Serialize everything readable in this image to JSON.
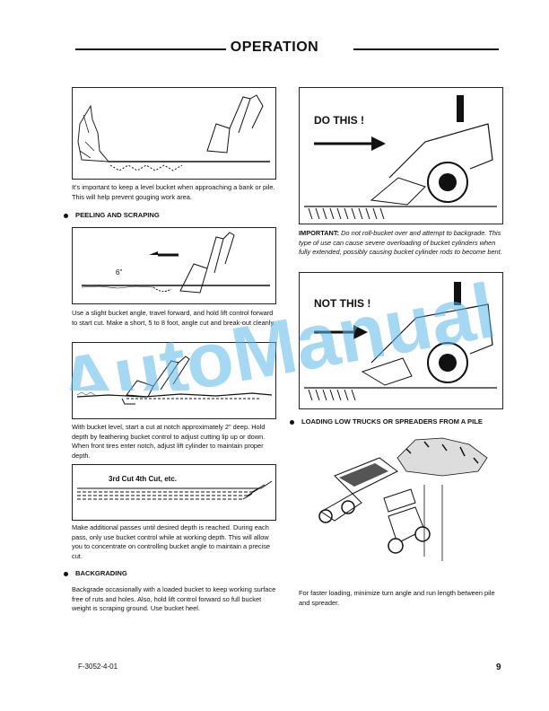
{
  "header": {
    "title": "OPERATION"
  },
  "left": {
    "caption1": "It's important to keep a level bucket when approaching a bank or pile. This will help prevent gouging work area.",
    "section1": "PEELING AND SCRAPING",
    "fig2_label": "6\"",
    "caption2": "Use a slight bucket angle, travel forward, and hold lift control forward to start cut. Make a short, 5 to 8 foot, angle cut and break-out cleanly.",
    "caption3": "With bucket level, start a cut at notch approximately 2\" deep. Hold depth by feathering bucket control to adjust cutting lip up or down. When front tires enter notch, adjust lift cylinder to maintain proper depth.",
    "fig4_label": "3rd Cut   4th Cut, etc.",
    "caption4": "Make additional passes until desired depth is reached. During each pass, only use bucket control while at working depth. This will allow you to concentrate on controlling bucket angle to maintain a precise cut.",
    "section2": "BACKGRADING",
    "caption5": "Backgrade occasionally with a loaded bucket to keep working surface free of ruts and holes. Also, hold lift control forward so full bucket weight is scraping ground. Use bucket heel."
  },
  "right": {
    "fig1_label": "DO THIS !",
    "important_lead": "IMPORTANT:",
    "important_text": "Do not roll-bucket over and attempt to backgrade. This type of use can cause severe overloading of bucket cylinders when fully extended, possibly causing bucket cylinder rods to become bent.",
    "fig2_label": "NOT THIS !",
    "section1": "LOADING LOW TRUCKS OR SPREADERS FROM A PILE",
    "caption1": "For faster loading, minimize turn angle and run length between pile and spreader."
  },
  "footer": {
    "code": "F-3052-4-01",
    "page": "9"
  },
  "watermark": {
    "text": "AutoManual",
    "color": "#5bb8e8"
  }
}
